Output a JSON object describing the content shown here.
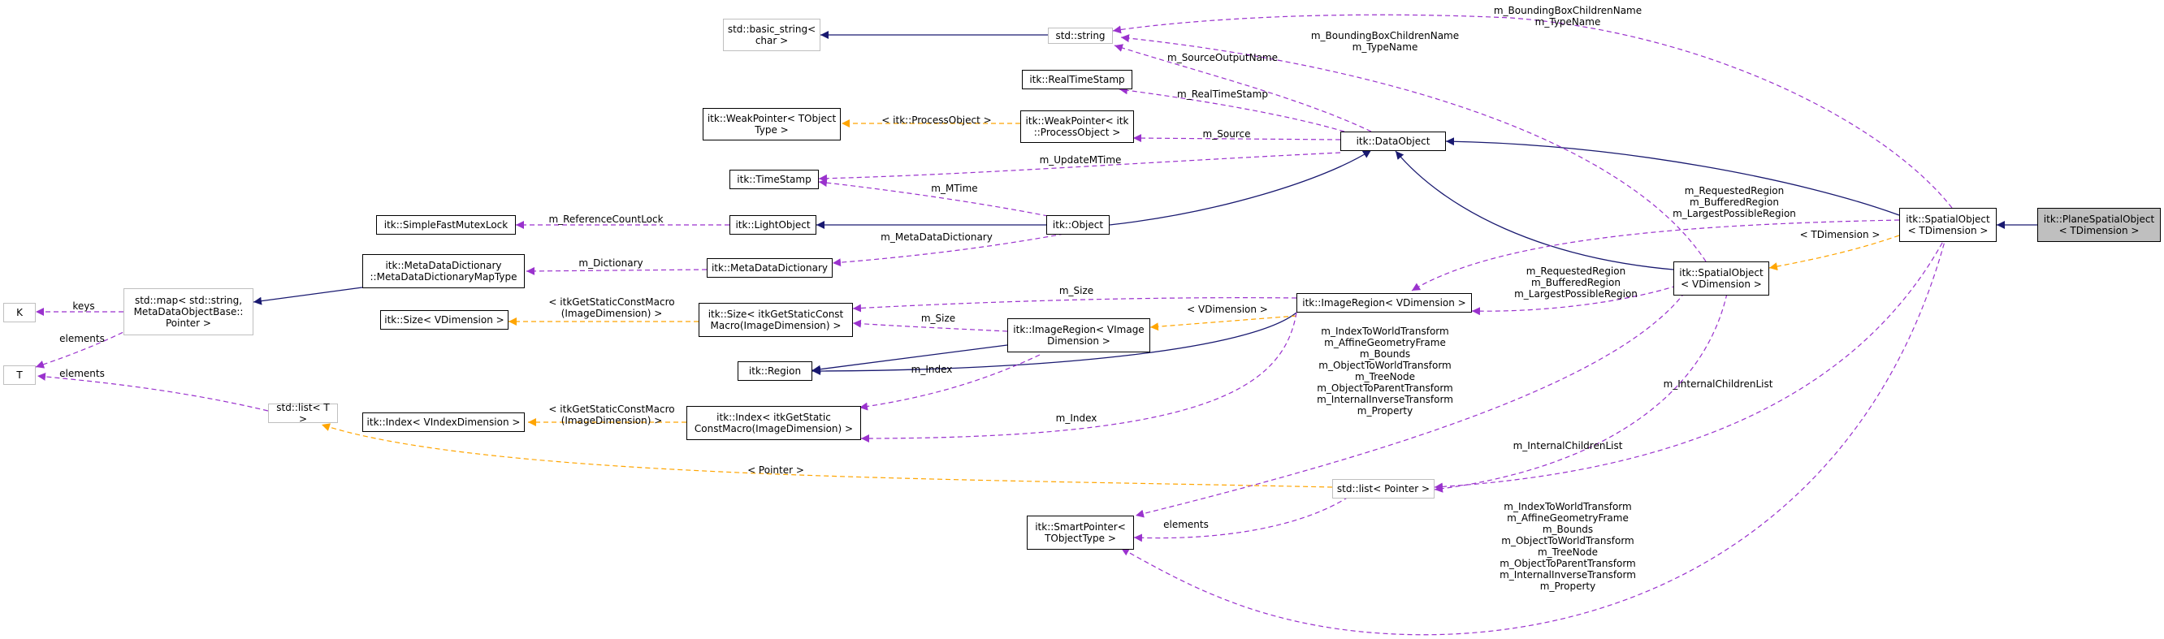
{
  "colors": {
    "inherit": "#191970",
    "usage": "#9a32cd",
    "template": "#ffa500",
    "node_border": "#000000",
    "external_border": "#bfbfbf",
    "focus_fill": "#bfbfbf"
  },
  "nodes": {
    "basic_string": "std::basic_string<\nchar >",
    "std_string": "std::string",
    "rts": "itk::RealTimeStamp",
    "wp_t": "itk::WeakPointer< TObject\nType >",
    "wp_po": "itk::WeakPointer< itk\n::ProcessObject >",
    "dataobject": "itk::DataObject",
    "timestamp": "itk::TimeStamp",
    "sfml": "itk::SimpleFastMutexLock",
    "lightobject": "itk::LightObject",
    "object": "itk::Object",
    "mdd_map": "itk::MetaDataDictionary\n::MetaDataDictionaryMapType",
    "mdd": "itk::MetaDataDictionary",
    "k": "K",
    "stdmap": "std::map< std::string,\nMetaDataObjectBase::\nPointer >",
    "size_v": "itk::Size< VDimension >",
    "size_cm": "itk::Size< itkGetStaticConst\nMacro(ImageDimension) >",
    "imregion_v2": "itk::ImageRegion< VImage\nDimension >",
    "t": "T",
    "region": "itk::Region",
    "stdlist_t": "std::list< T >",
    "index_v": "itk::Index< VIndexDimension >",
    "index_cm": "itk::Index< itkGetStatic\nConstMacro(ImageDimension) >",
    "imregion_v": "itk::ImageRegion< VDimension >",
    "spatial_v": "itk::SpatialObject\n< VDimension >",
    "spatial_t": "itk::SpatialObject\n< TDimension >",
    "plane": "itk::PlaneSpatialObject\n< TDimension >",
    "stdlist_p": "std::list< Pointer >",
    "smartptr": "itk::SmartPointer<\nTObjectType >"
  },
  "labels": {
    "bbcn_top": "m_BoundingBoxChildrenName\nm_TypeName",
    "bbcn_mid": "m_BoundingBoxChildrenName\nm_TypeName",
    "source_output_name": "m_SourceOutputName",
    "real_time_stamp": "m_RealTimeStamp",
    "process_object_tpl": "< itk::ProcessObject >",
    "source": "m_Source",
    "update_mtime": "m_UpdateMTime",
    "mtime": "m_MTime",
    "ref_count_lock": "m_ReferenceCountLock",
    "mdd_field": "m_MetaDataDictionary",
    "dictionary": "m_Dictionary",
    "keys": "keys",
    "elements_k": "elements",
    "elements_t": "elements",
    "size_tpl": "< itkGetStaticConstMacro\n(ImageDimension) >",
    "size_field_a": "m_Size",
    "size_field_b": "m_Size",
    "vdim_tpl_a": "< VDimension >",
    "index_field_a": "m_Index",
    "index_field_b": "m_Index",
    "index_tpl": "< itkGetStaticConstMacro\n(ImageDimension) >",
    "regions_top": "m_RequestedRegion\nm_BufferedRegion\nm_LargestPossibleRegion",
    "regions_mid": "m_RequestedRegion\nm_BufferedRegion\nm_LargestPossibleRegion",
    "tdim_tpl": "< TDimension >",
    "transforms_mid": "m_IndexToWorldTransform\nm_AffineGeometryFrame\nm_Bounds\nm_ObjectToWorldTransform\nm_TreeNode\nm_ObjectToParentTransform\nm_InternalInverseTransform\nm_Property",
    "children_list_a": "m_InternalChildrenList",
    "children_list_b": "m_InternalChildrenList",
    "pointer_tpl": "< Pointer >",
    "elements_sp": "elements",
    "transforms_bot": "m_IndexToWorldTransform\nm_AffineGeometryFrame\nm_Bounds\nm_ObjectToWorldTransform\nm_TreeNode\nm_ObjectToParentTransform\nm_InternalInverseTransform\nm_Property"
  }
}
